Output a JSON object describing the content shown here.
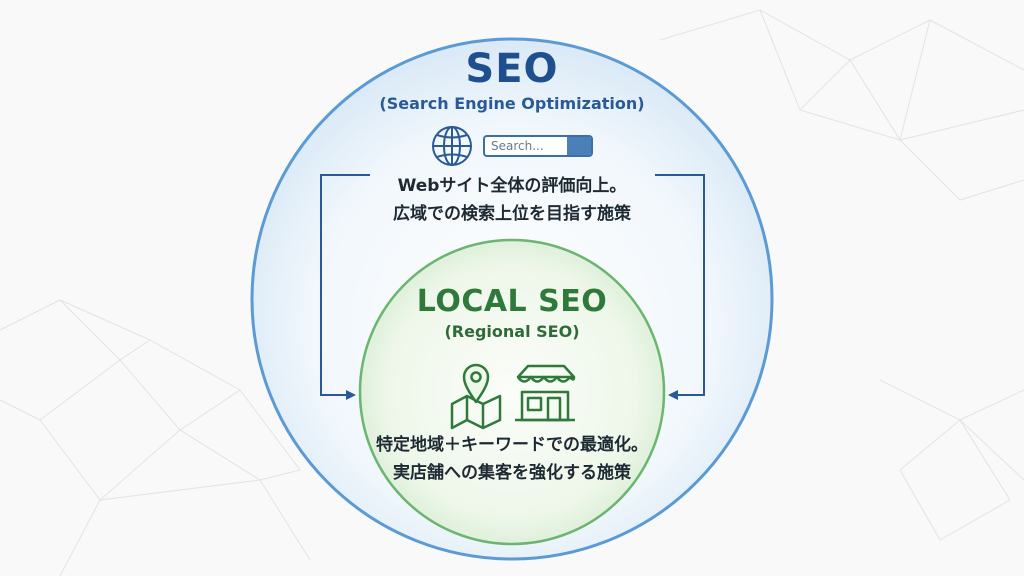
{
  "seo": {
    "title": "SEO",
    "subtitle": "(Search Engine Optimization)",
    "search_placeholder": "Search...",
    "description_line1": "Webサイト全体の評価向上。",
    "description_line2": "広域での検索上位を目指す施策"
  },
  "local_seo": {
    "title": "LOCAL SEO",
    "subtitle": "(Regional SEO)",
    "description_line1": "特定地域＋キーワードでの最適化。",
    "description_line2": "実店舗への集客を強化する施策"
  },
  "icons": {
    "seo": [
      "globe-icon",
      "search-icon"
    ],
    "local_seo": [
      "map-pin-icon",
      "storefront-icon"
    ]
  },
  "colors": {
    "seo_blue": "#2a5a96",
    "seo_circle_stroke": "#5b9bd5",
    "local_green": "#2f7a3a",
    "local_circle_stroke": "#6ab56f",
    "background": "#f8f9f8"
  }
}
